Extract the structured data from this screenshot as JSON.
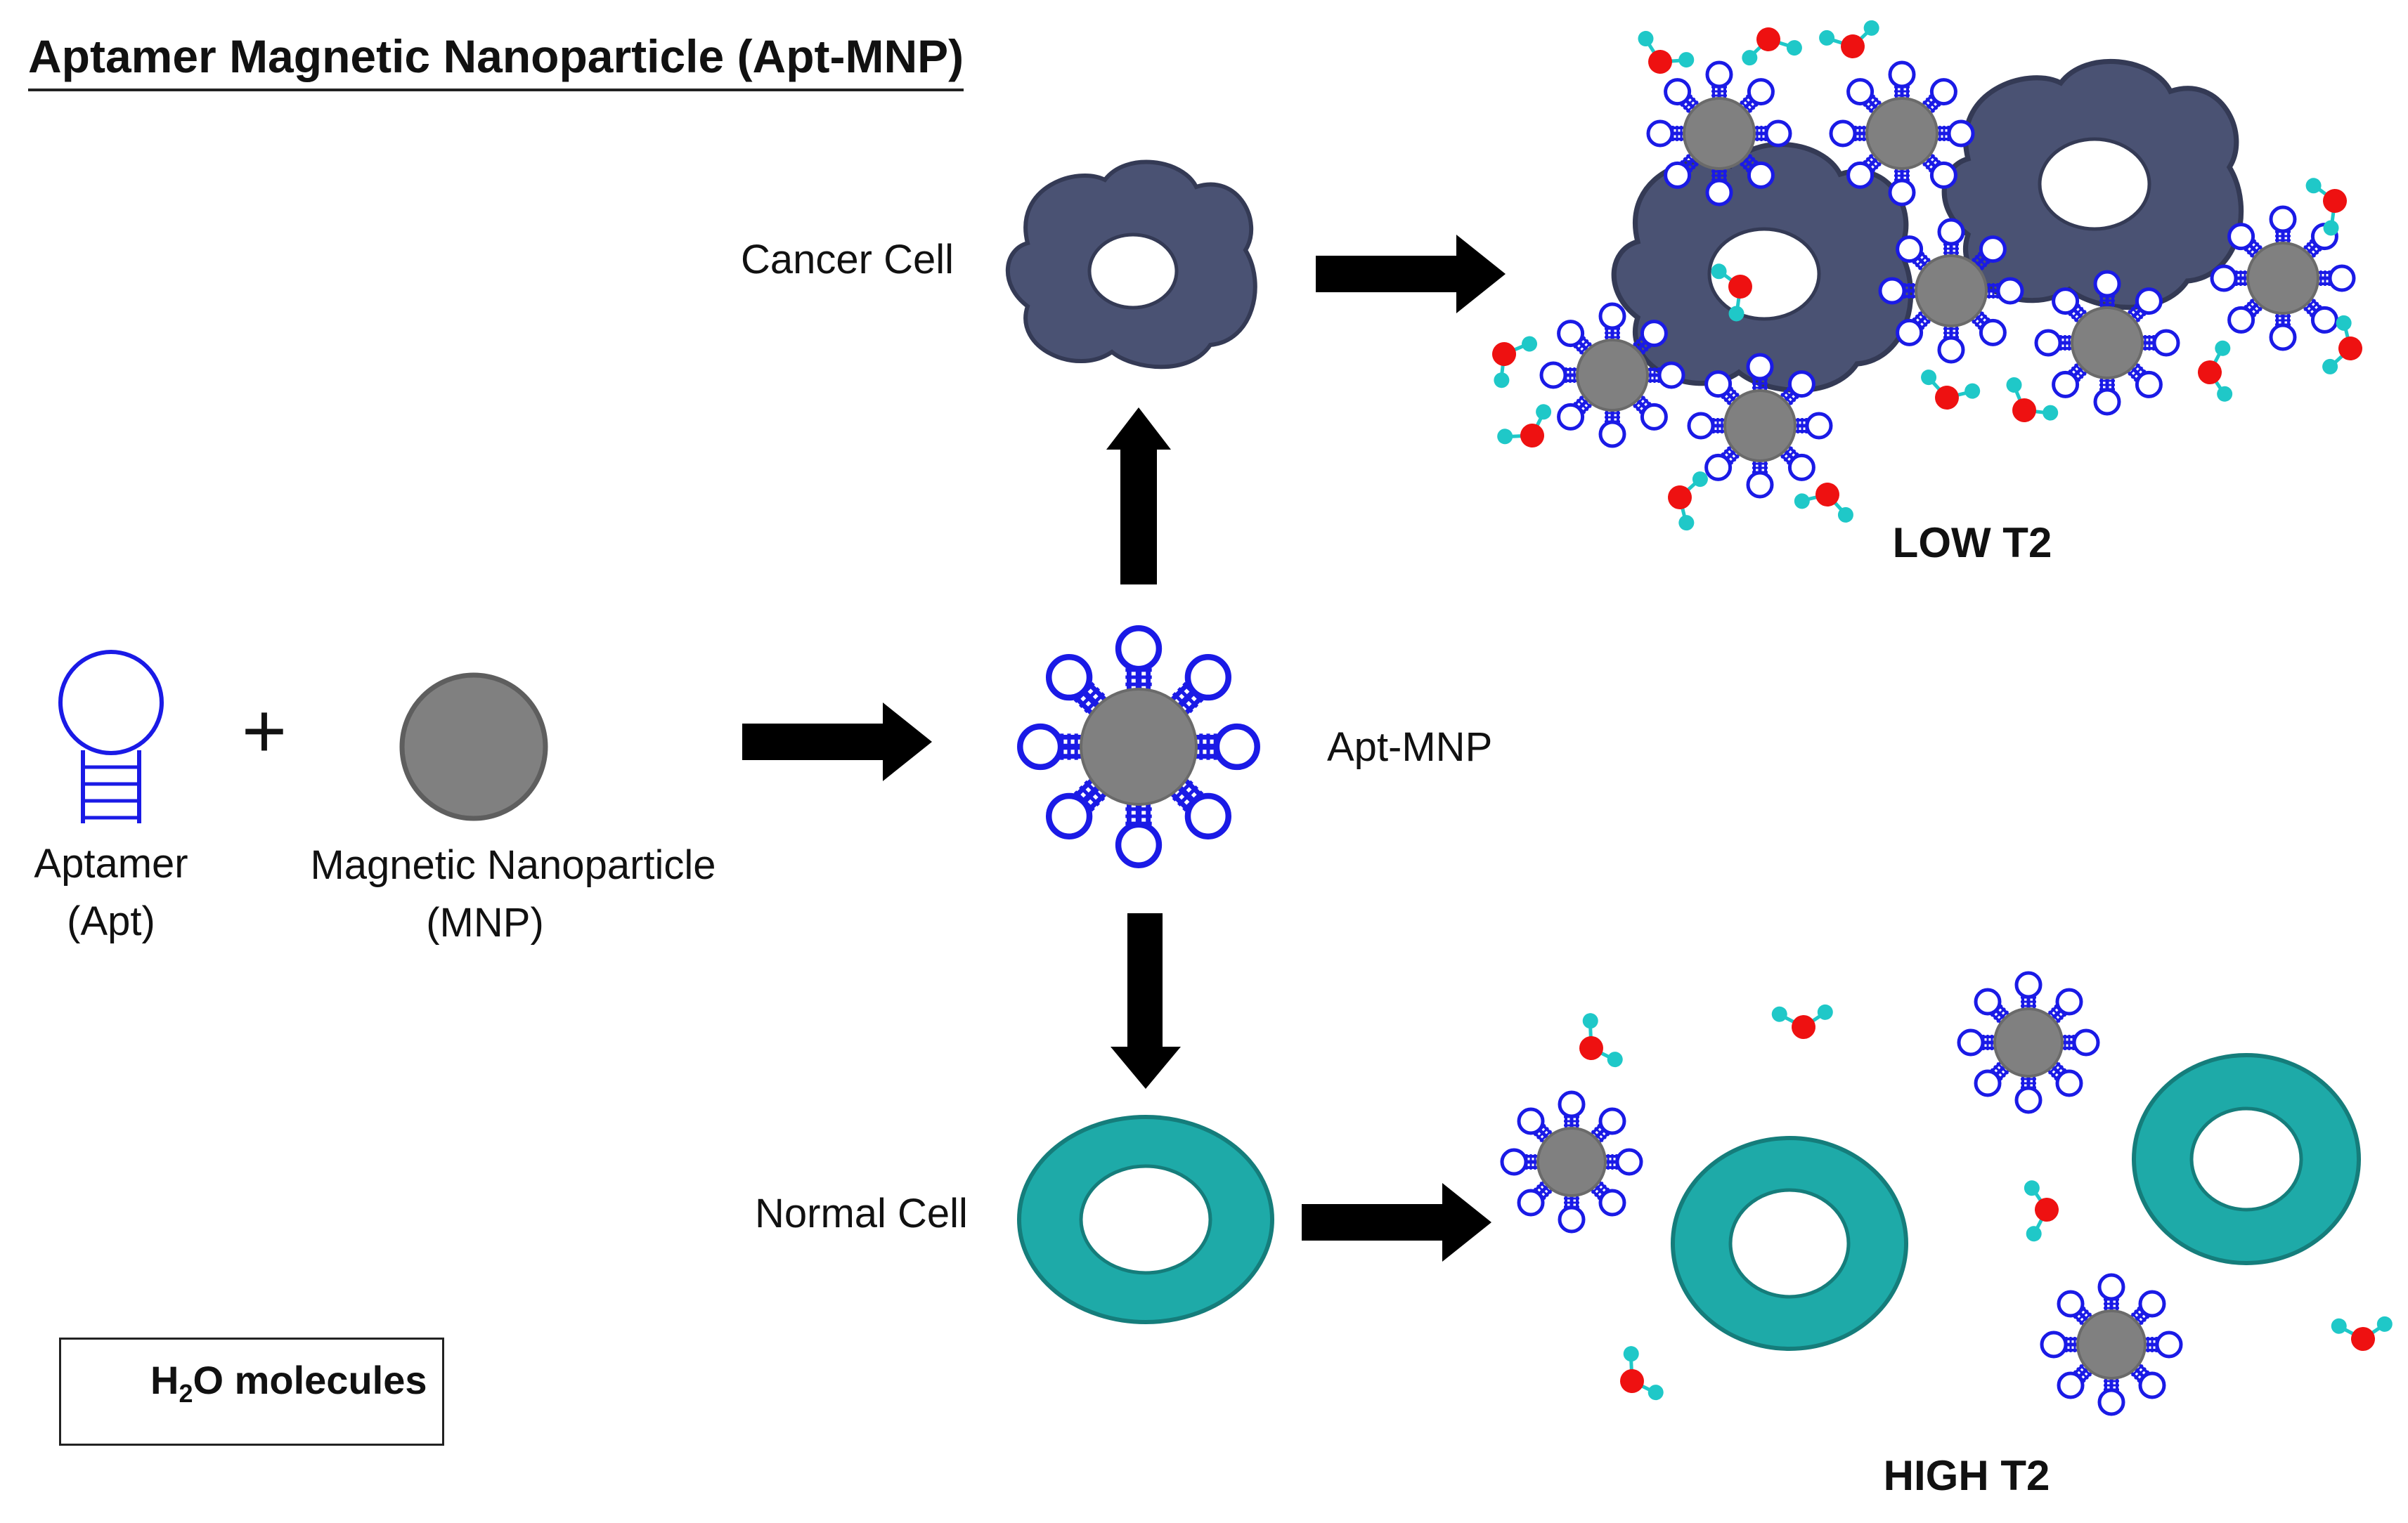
{
  "title": "Aptamer Magnetic Nanoparticle (Apt-MNP)",
  "labels": {
    "aptamer_line1": "Aptamer",
    "aptamer_line2": "(Apt)",
    "plus": "+",
    "mnp_line1": "Magnetic Nanoparticle",
    "mnp_line2": "(MNP)",
    "apt_mnp": "Apt-MNP",
    "cancer_cell": "Cancer Cell",
    "normal_cell": "Normal Cell",
    "low_t2": "LOW T2",
    "high_t2": "HIGH T2"
  },
  "legend": {
    "text_before": "H",
    "subscript": "2",
    "text_after": "O molecules"
  },
  "colors": {
    "aptamer_blue": "#1a1ae6",
    "mnp_gray": "#808080",
    "mnp_outline": "#5e5e5e",
    "cancer_cell": "#4a5273",
    "normal_cell": "#1eaaa8",
    "oxygen_red": "#ee1111",
    "hydrogen_cyan": "#1fc8c8",
    "arrow_black": "#000000"
  }
}
